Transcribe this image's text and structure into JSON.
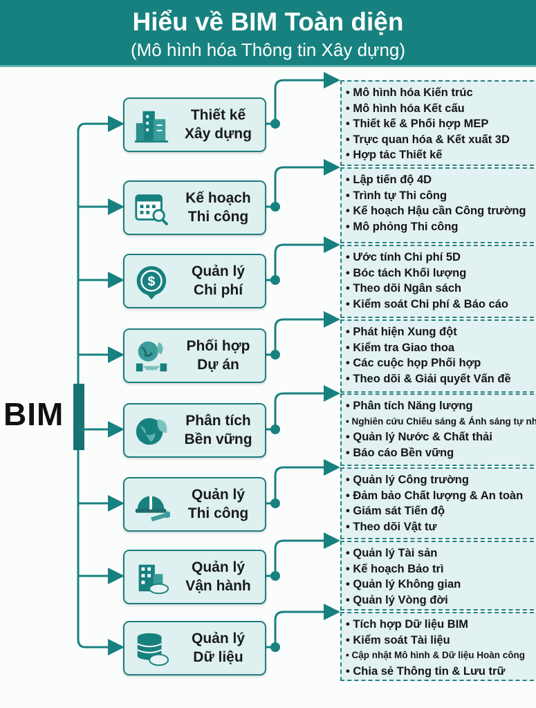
{
  "header": {
    "title": "Hiểu về BIM Toàn diện",
    "subtitle": "(Mô hình hóa Thông tin Xây dựng)"
  },
  "root_label": "BIM",
  "colors": {
    "teal": "#17817f",
    "box_bg": "#def0f0",
    "list_bg": "#e2f1f1"
  },
  "sections": [
    {
      "title": [
        "Thiết kế",
        "Xây dựng"
      ],
      "icon": "building-icon",
      "items": [
        "Mô hình hóa Kiến trúc",
        "Mô hình hóa Kết cấu",
        "Thiết kế & Phối hợp MEP",
        "Trực quan hóa & Kết xuất 3D",
        "Hợp tác Thiết kế"
      ]
    },
    {
      "title": [
        "Kế hoạch",
        "Thi công"
      ],
      "icon": "calendar-search-icon",
      "items": [
        "Lập tiến độ 4D",
        "Trình tự Thi công",
        "Kế hoạch Hậu cần Công trường",
        "Mô phỏng Thi công"
      ]
    },
    {
      "title": [
        "Quản lý",
        "Chi phí"
      ],
      "icon": "dollar-shield-icon",
      "items": [
        "Ước tính Chi phí 5D",
        "Bóc tách Khối lượng",
        "Theo dõi Ngân sách",
        "Kiểm soát Chi phí & Báo cáo"
      ]
    },
    {
      "title": [
        "Phối hợp",
        "Dự án"
      ],
      "icon": "globe-handshake-icon",
      "items": [
        "Phát hiện Xung đột",
        "Kiểm tra Giao thoa",
        "Các cuộc họp Phối hợp",
        "Theo dõi & Giải quyết Vấn đề"
      ]
    },
    {
      "title": [
        "Phân tích",
        "Bền vững"
      ],
      "icon": "earth-leaf-icon",
      "items": [
        "Phân tích Năng lượng",
        "Nghiên cứu Chiếu sáng & Ánh sáng tự nhiên",
        "Quản lý Nước & Chất thải",
        "Báo cáo Bền vững"
      ]
    },
    {
      "title": [
        "Quản lý",
        "Thi công"
      ],
      "icon": "hardhat-wrench-icon",
      "items": [
        "Quản lý Công trường",
        "Đảm bảo Chất lượng & An toàn",
        "Giám sát Tiến độ",
        "Theo dõi Vật tư"
      ]
    },
    {
      "title": [
        "Quản lý",
        "Vận hành"
      ],
      "icon": "facility-cloud-icon",
      "items": [
        "Quản lý Tài sản",
        "Kế hoạch Bảo trì",
        "Quản lý Không gian",
        "Quản lý Vòng đời"
      ]
    },
    {
      "title": [
        "Quản lý",
        "Dữ liệu"
      ],
      "icon": "database-cloud-icon",
      "items": [
        "Tích hợp Dữ liệu BIM",
        "Kiểm soát Tài liệu",
        "Cập nhật Mô hình & Dữ liệu Hoàn công",
        "Chia sẻ Thông tin & Lưu trữ"
      ]
    }
  ]
}
